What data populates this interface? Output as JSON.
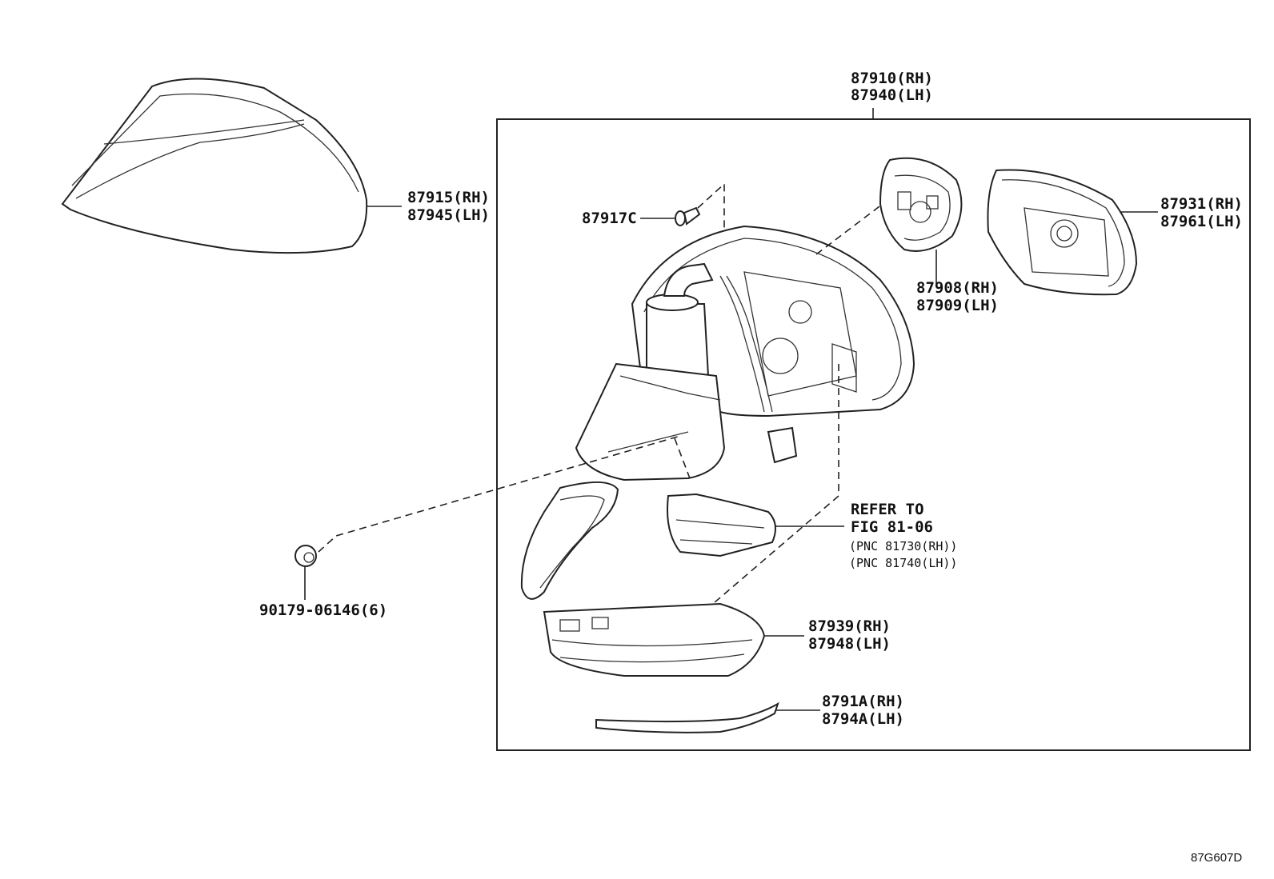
{
  "diagram_code": "87G607D",
  "assembly": {
    "rh": "87910(RH)",
    "lh": "87940(LH)"
  },
  "cover": {
    "rh": "87915(RH)",
    "lh": "87945(LH)"
  },
  "screw": {
    "part": "87917C"
  },
  "actuator": {
    "rh": "87908(RH)",
    "lh": "87909(LH)"
  },
  "mirror": {
    "rh": "87931(RH)",
    "lh": "87961(LH)"
  },
  "clip": {
    "part": "90179-06146(6)"
  },
  "refer": {
    "line1": "REFER TO",
    "line2": "FIG 81-06",
    "line3": "(PNC 81730(RH))",
    "line4": "(PNC 81740(LH))"
  },
  "lamp_cover": {
    "rh": "87939(RH)",
    "lh": "87948(LH)"
  },
  "moulding": {
    "rh": "8791A(RH)",
    "lh": "8794A(LH)"
  }
}
